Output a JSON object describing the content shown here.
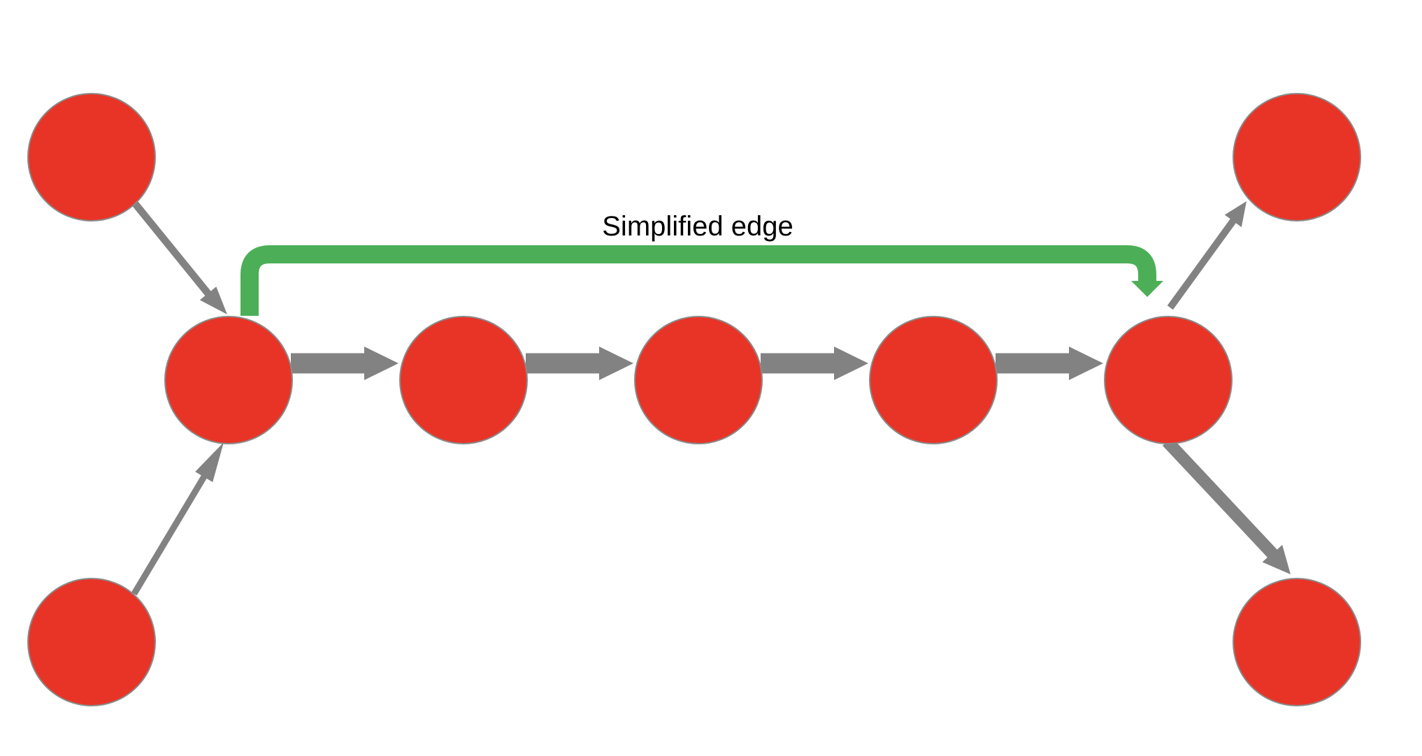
{
  "diagram": {
    "simplified_edge_label": "Simplified edge",
    "colors": {
      "node_fill": "#E83427",
      "node_stroke": "#8A8A8A",
      "edge": "#828282",
      "simplified_edge": "#4CAF57",
      "background": "#FFFFFF"
    },
    "nodes": [
      {
        "id": "n1",
        "role": "upstream-top"
      },
      {
        "id": "n2",
        "role": "upstream-bottom"
      },
      {
        "id": "n3",
        "role": "chain-start"
      },
      {
        "id": "n4",
        "role": "chain-middle"
      },
      {
        "id": "n5",
        "role": "chain-middle"
      },
      {
        "id": "n6",
        "role": "chain-middle"
      },
      {
        "id": "n7",
        "role": "chain-end"
      },
      {
        "id": "n8",
        "role": "downstream-top"
      },
      {
        "id": "n9",
        "role": "downstream-bottom"
      }
    ],
    "edges": [
      {
        "from": "n1",
        "to": "n3"
      },
      {
        "from": "n2",
        "to": "n3"
      },
      {
        "from": "n3",
        "to": "n4"
      },
      {
        "from": "n4",
        "to": "n5"
      },
      {
        "from": "n5",
        "to": "n6"
      },
      {
        "from": "n6",
        "to": "n7"
      },
      {
        "from": "n7",
        "to": "n8"
      },
      {
        "from": "n7",
        "to": "n9"
      }
    ],
    "simplified_edges": [
      {
        "from": "n3",
        "to": "n7"
      }
    ]
  }
}
